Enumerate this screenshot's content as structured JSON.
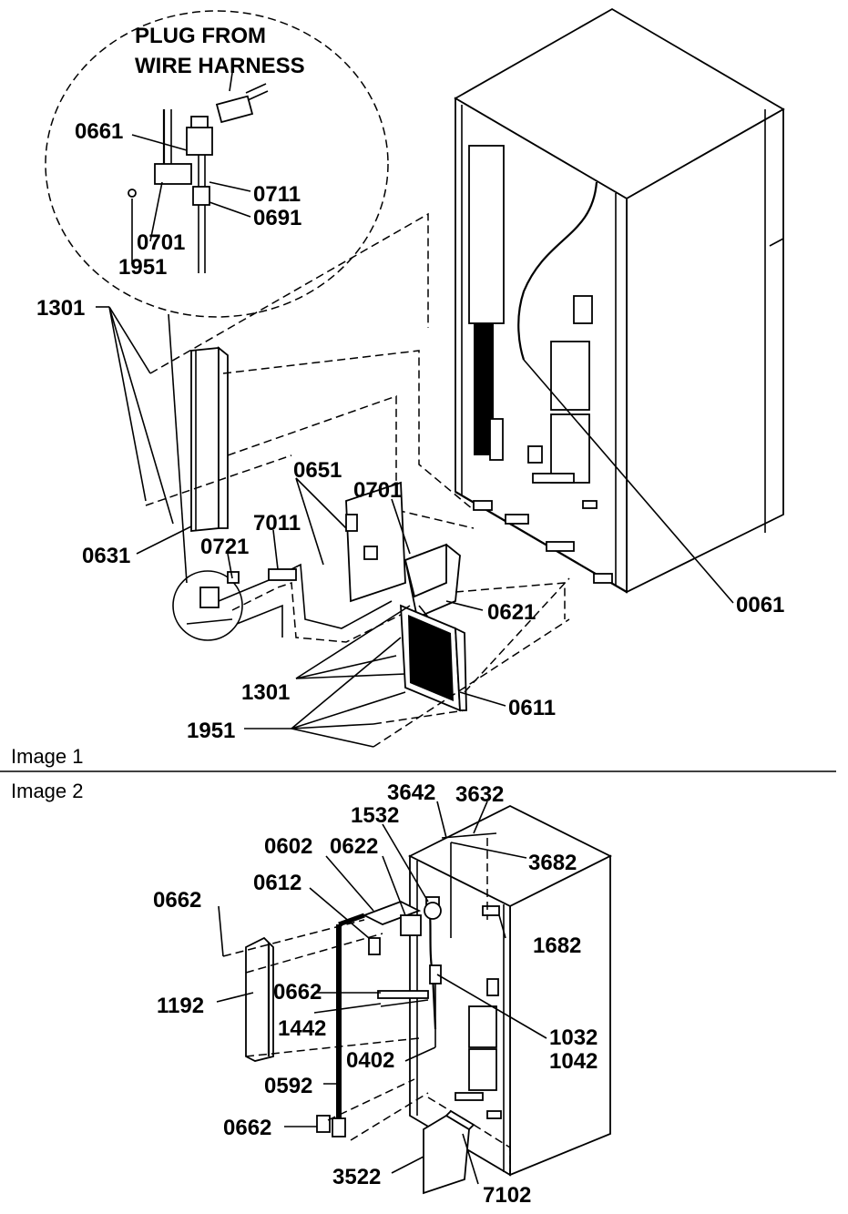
{
  "image1": {
    "caption": "Image 1",
    "inset_note": "PLUG FROM\nWIRE HARNESS",
    "inset_note_line1": "PLUG FROM",
    "inset_note_line2": "WIRE HARNESS",
    "parts": {
      "p0661": "0661",
      "p0711": "0711",
      "p0691": "0691",
      "p0701_inset": "0701",
      "p1951_inset": "1951",
      "p1301_top": "1301",
      "p0651": "0651",
      "p0701": "0701",
      "p7011": "7011",
      "p0721": "0721",
      "p0631": "0631",
      "p0621": "0621",
      "p0061": "0061",
      "p1301_bottom": "1301",
      "p0611": "0611",
      "p1951": "1951"
    }
  },
  "image2": {
    "caption": "Image 2",
    "parts": {
      "p3642": "3642",
      "p3632": "3632",
      "p1532": "1532",
      "p3682": "3682",
      "p0602": "0602",
      "p0622": "0622",
      "p0612": "0612",
      "p0662_top": "0662",
      "p1682": "1682",
      "p0662_mid": "0662",
      "p1192": "1192",
      "p1442": "1442",
      "p1032": "1032",
      "p1042": "1042",
      "p0402": "0402",
      "p0592": "0592",
      "p0662_bottom": "0662",
      "p3522": "3522",
      "p7102": "7102"
    }
  }
}
